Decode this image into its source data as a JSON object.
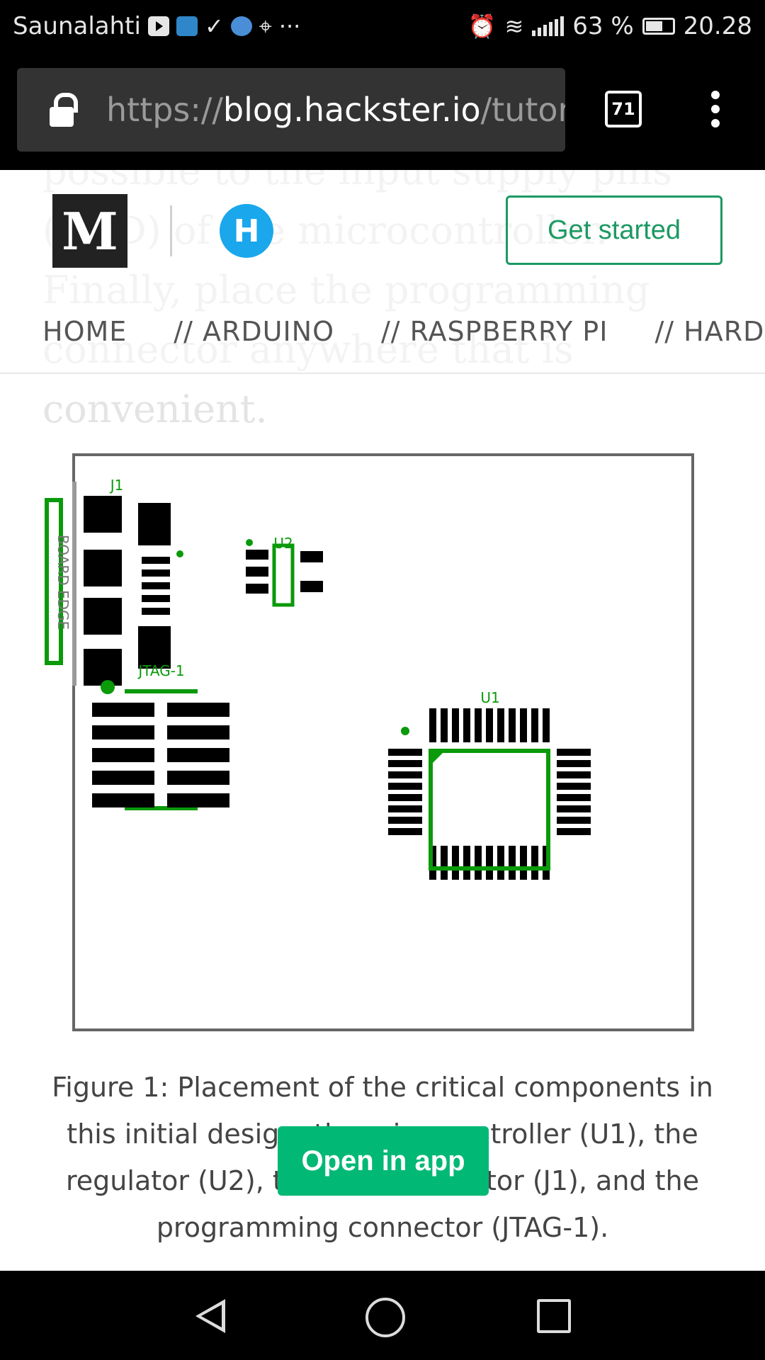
{
  "status_bar": {
    "carrier": "Saunalahti",
    "more": "···",
    "battery_percent": "63 %",
    "battery_level": 0.63,
    "time": "20.28",
    "icons": [
      "youtube-icon",
      "app-icon",
      "checkmark-icon",
      "app-icon",
      "maps-icon",
      "alarm-icon",
      "wifi-icon",
      "signal-icon",
      "battery-icon"
    ]
  },
  "browser": {
    "url_scheme": "https://",
    "url_host": "blog.hackster.io",
    "url_path": "/tutoria",
    "tab_count": "71"
  },
  "header": {
    "medium_logo": "M",
    "hackster_logo": "H",
    "get_started": "Get started",
    "nav": [
      "HOME",
      "// ARDUINO",
      "// RASPBERRY PI",
      "// HARDW"
    ]
  },
  "article": {
    "ghost_text": "possible to the input supply pins (VDD) of the microcontroller. Finally, place the programming connector anywhere that is convenient.",
    "figure_labels": {
      "j1": "J1",
      "u2": "U2",
      "jtag": "JTAG-1",
      "u1": "U1",
      "board_edge": "BOARD EDGE"
    },
    "caption": "Figure 1: Placement of the critical components in this initial design: the microcontroller (U1), the regulator (U2), the USB connector (J1), and the programming connector (JTAG-1).",
    "open_in_app": "Open in app"
  },
  "colors": {
    "accent_green": "#1c9963",
    "app_green": "#02b875",
    "silkscreen_green": "#0a9a0a",
    "hackster_blue": "#1aa7ec"
  }
}
